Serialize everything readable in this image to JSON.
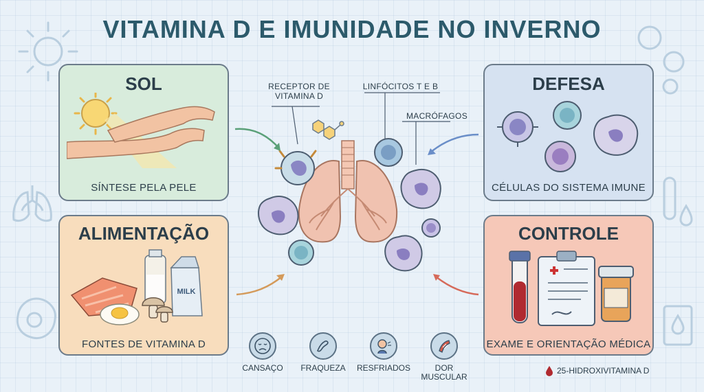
{
  "title": "VITAMINA D E IMUNIDADE NO INVERNO",
  "panels": {
    "sol": {
      "title": "SOL",
      "caption": "SÍNTESE PELA PELE"
    },
    "alimentacao": {
      "title": "ALIMENTAÇÃO",
      "caption": "FONTES DE VITAMINA D",
      "milk_label": "MILK"
    },
    "defesa": {
      "title": "DEFESA",
      "caption": "CÉLULAS DO SISTEMA IMUNE"
    },
    "controle": {
      "title": "CONTROLE",
      "caption": "EXAME E ORIENTAÇÃO MÉDICA"
    }
  },
  "labels": {
    "receptor": "RECEPTOR DE\nVITAMINA D",
    "linfocitos": "LINFÓCITOS T E B",
    "macrofagos": "MACRÓFAGOS"
  },
  "symptoms": [
    {
      "label": "CANSAÇO",
      "icon": "tired-face-icon"
    },
    {
      "label": "FRAQUEZA",
      "icon": "weak-arm-icon"
    },
    {
      "label": "RESFRIADOS",
      "icon": "sneezing-person-icon"
    },
    {
      "label": "DOR\nMUSCULAR",
      "icon": "muscle-pain-icon"
    }
  ],
  "footnote": "25-HIDROXIVITAMINA D",
  "colors": {
    "title": "#2c5a6b",
    "sol_bg": "#d8ecdc",
    "alimentacao_bg": "#f8ddbd",
    "defesa_bg": "#d6e2f1",
    "controle_bg": "#f6c8b8",
    "blood": "#b02a30"
  }
}
